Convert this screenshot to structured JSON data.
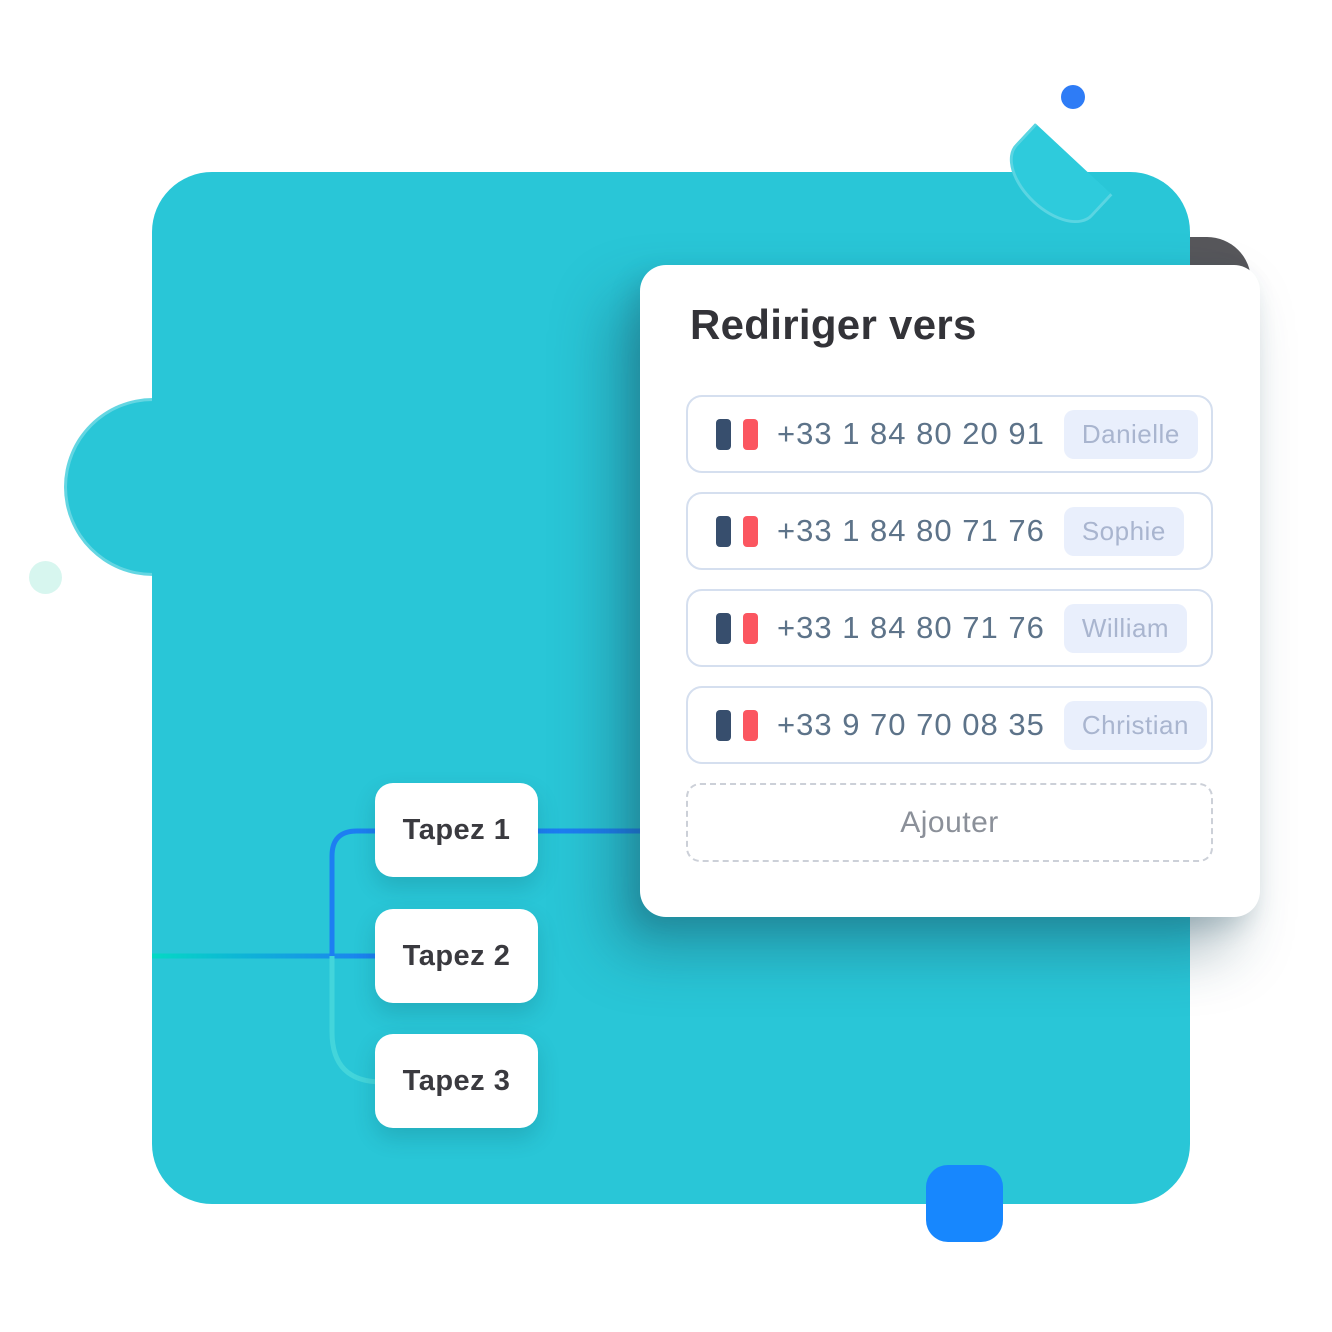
{
  "card": {
    "title": "Rediriger vers",
    "rows": [
      {
        "phone": "+33 1 84 80 20 91",
        "name": "Danielle",
        "flag": "france-flag-icon"
      },
      {
        "phone": "+33 1 84 80 71 76",
        "name": "Sophie",
        "flag": "france-flag-icon"
      },
      {
        "phone": "+33 1 84 80 71 76",
        "name": "William",
        "flag": "france-flag-icon"
      },
      {
        "phone": "+33 9 70 70 08 35",
        "name": "Christian",
        "flag": "france-flag-icon"
      }
    ],
    "add_button_label": "Ajouter"
  },
  "flow_nodes": [
    {
      "label": "Tapez 1"
    },
    {
      "label": "Tapez 2"
    },
    {
      "label": "Tapez 3"
    }
  ],
  "colors": {
    "teal": "#29c6d7",
    "mint": "#d7f6ef",
    "dot-blue": "#2e7cf6",
    "leaf-fill": "#2ecbdc",
    "leaf-rim": "#5ad5e2",
    "gray-panel": "#57575b",
    "accent-blue": "#1787fe",
    "line-teal": "#04d9c4",
    "line-blue": "#1d7ef2",
    "line-down": "#43d5db",
    "row-border": "#d5dfef",
    "flag-navy": "#374e6d",
    "flag-red": "#fb5660",
    "badge-bg": "#e9effc",
    "badge-text": "#a9b5cf",
    "phone-text": "#5d7389",
    "dash-border": "#ccd0d8"
  }
}
